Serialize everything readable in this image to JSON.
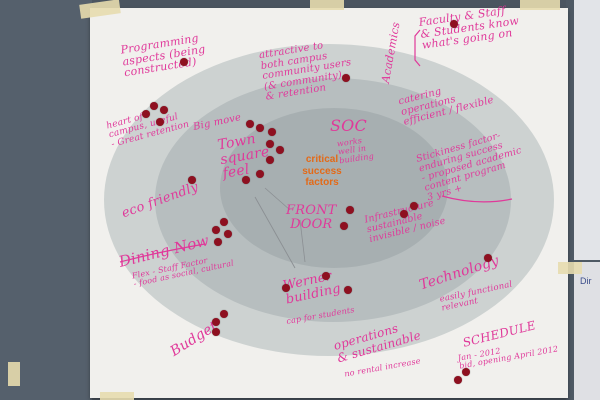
{
  "colors": {
    "ink": "#e0399a",
    "orange": "#e36a18",
    "dot": "#8e1020",
    "outer_ring": "#cdd2d1",
    "middle_ring": "#b7bebf",
    "inner_ring": "#a7afb1"
  },
  "center": {
    "line1": "critical",
    "line2": "success",
    "line3": "factors"
  },
  "notes": [
    {
      "key": "programming",
      "text": "Programming\naspects (being\nconstructed)"
    },
    {
      "key": "attractive",
      "text": "attractive to\nboth campus\ncommunity users\n(& community)\n& retention"
    },
    {
      "key": "faculty",
      "text": "Faculty & Staff\n& Students know\nwhat's going on"
    },
    {
      "key": "academics",
      "text": "Academics"
    },
    {
      "key": "heart",
      "text": "heart of\ncampus, useful\n- Great retention"
    },
    {
      "key": "bigmove",
      "text": "Big move"
    },
    {
      "key": "townsquare",
      "text": "Town\nsquare\nfeel"
    },
    {
      "key": "soc",
      "text": "SOC"
    },
    {
      "key": "soc_sub",
      "text": "works\nwell in\nbuilding"
    },
    {
      "key": "catering",
      "text": "catering\noperations\nefficient / flexible"
    },
    {
      "key": "stickiness",
      "text": "Stickiness factor-\nenduring success\n- proposed academic\ncontent program\n3 yrs +"
    },
    {
      "key": "ecofriendly",
      "text": "eco friendly"
    },
    {
      "key": "frontdoor",
      "text": "FRONT\nDOOR"
    },
    {
      "key": "infrastructure",
      "text": "Infrastructure\nsustainable\ninvisible / noise"
    },
    {
      "key": "dining",
      "text": "Dining Now"
    },
    {
      "key": "dining_sub",
      "text": "Flex - Staff Factor\n- food as social, cultural"
    },
    {
      "key": "technology",
      "text": "Technology"
    },
    {
      "key": "technology_sub",
      "text": "easily functional\nrelevant"
    },
    {
      "key": "werner",
      "text": "Werner\nbuilding"
    },
    {
      "key": "werner_sub",
      "text": "cap for students"
    },
    {
      "key": "budget",
      "text": "Budget"
    },
    {
      "key": "operations",
      "text": "operations\n& sustainable"
    },
    {
      "key": "operations_sub",
      "text": "no rental increase"
    },
    {
      "key": "schedule",
      "text": "SCHEDULE"
    },
    {
      "key": "schedule_sub",
      "text": "Jan - 2012\nbid, opening April 2012"
    }
  ],
  "side_sheet": {
    "label": "Dir"
  }
}
